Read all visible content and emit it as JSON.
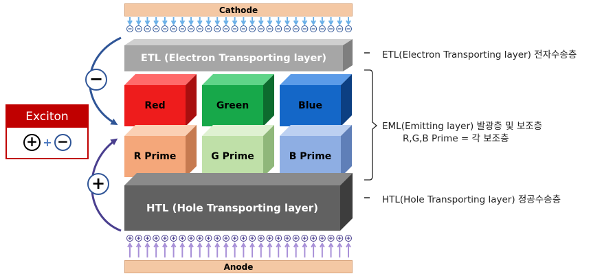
{
  "cathode": "Cathode",
  "anode": "Anode",
  "layers": {
    "etl": "ETL (Electron Transporting layer)",
    "htl": "HTL (Hole Transporting layer)",
    "red": "Red",
    "green": "Green",
    "blue": "Blue",
    "r_prime": "R Prime",
    "g_prime": "G Prime",
    "b_prime": "B Prime"
  },
  "exciton": {
    "title": "Exciton",
    "plus_symbol": "+",
    "minus_symbol": "−",
    "joiner": "+"
  },
  "charges": {
    "minus": "−",
    "plus": "+"
  },
  "annotations": {
    "etl": "ETL(Electron Transporting layer) 전자수송층",
    "eml_line1": "EML(Emitting layer) 발광층 및 보조층",
    "eml_line2": "R,G,B Prime = 각 보조층",
    "htl": "HTL(Hole Transporting layer) 정공수송층"
  },
  "colors": {
    "red_front": "#ee1c1c",
    "red_top": "#ff6a6a",
    "red_side": "#a80f0f",
    "green_front": "#17a84a",
    "green_top": "#5fd488",
    "green_side": "#0d6b2e",
    "blue_front": "#1467c8",
    "blue_top": "#5b9be8",
    "blue_side": "#0c3f82",
    "rprime_front": "#f4a77a",
    "rprime_top": "#fbd0b4",
    "rprime_side": "#c67a50",
    "gprime_front": "#bfe0a8",
    "gprime_top": "#dff1d2",
    "gprime_side": "#8fb77a",
    "bprime_front": "#8eaee3",
    "bprime_top": "#bcd0f1",
    "bprime_side": "#5f7fb8",
    "etl_front": "#a6a6a6",
    "etl_top": "#cfcfcf",
    "etl_side": "#7f7f7f",
    "htl_front": "#616161",
    "htl_top": "#8a8a8a",
    "htl_side": "#3d3d3d",
    "electron_arrow": "#6ab0e8",
    "hole_arrow": "#a890d8",
    "curve_arrow": "#2f5597",
    "exciton_red": "#c00000"
  }
}
